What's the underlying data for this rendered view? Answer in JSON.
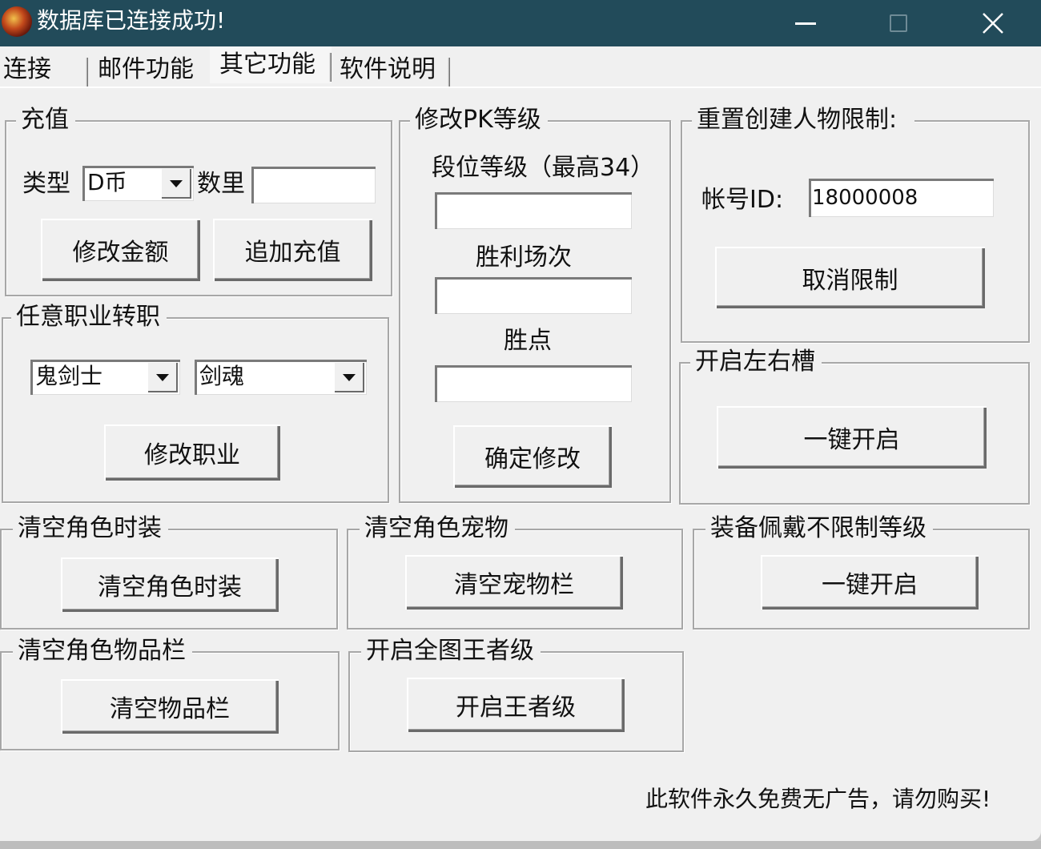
{
  "window": {
    "title": "数据库已连接成功!",
    "icon": "app-game-emblem-icon",
    "controls": {
      "minimize": "minimize-icon",
      "maximize": "maximize-icon",
      "close": "close-icon"
    }
  },
  "tabs": [
    {
      "label": "连接",
      "active": false
    },
    {
      "label": "邮件功能",
      "active": false
    },
    {
      "label": "其它功能",
      "active": true
    },
    {
      "label": "软件说明",
      "active": false
    }
  ],
  "recharge": {
    "legend": "充值",
    "type_label": "类型",
    "type_value": "D币",
    "amount_label": "数里",
    "amount_value": "",
    "modify_button": "修改金额",
    "add_button": "追加充值"
  },
  "job_change": {
    "legend": "任意职业转职",
    "class_value": "鬼剑士",
    "subclass_value": "剑魂",
    "button": "修改职业"
  },
  "pk_level": {
    "legend": "修改PK等级",
    "rank_label": "段位等级（最高34）",
    "rank_value": "",
    "wins_label": "胜利场次",
    "wins_value": "",
    "points_label": "胜点",
    "points_value": "",
    "button": "确定修改"
  },
  "reset_limit": {
    "legend": "重置创建人物限制:",
    "account_label": "帐号ID:",
    "account_value": "18000008",
    "button": "取消限制"
  },
  "side_slots": {
    "legend": "开启左右槽",
    "button": "一键开启"
  },
  "clear_fashion": {
    "legend": "清空角色时装",
    "button": "清空角色时装"
  },
  "clear_pet": {
    "legend": "清空角色宠物",
    "button": "清空宠物栏"
  },
  "equip_no_level": {
    "legend": "装备佩戴不限制等级",
    "button": "一键开启"
  },
  "clear_inventory": {
    "legend": "清空角色物品栏",
    "button": "清空物品栏"
  },
  "king_level": {
    "legend": "开启全图王者级",
    "button": "开启王者级"
  },
  "footer": {
    "notice": "此软件永久免费无广告，请勿购买!"
  },
  "colors": {
    "titlebar": "#224b5a",
    "window_bg": "#f0f0f0",
    "group_border": "#a7a7a7"
  }
}
